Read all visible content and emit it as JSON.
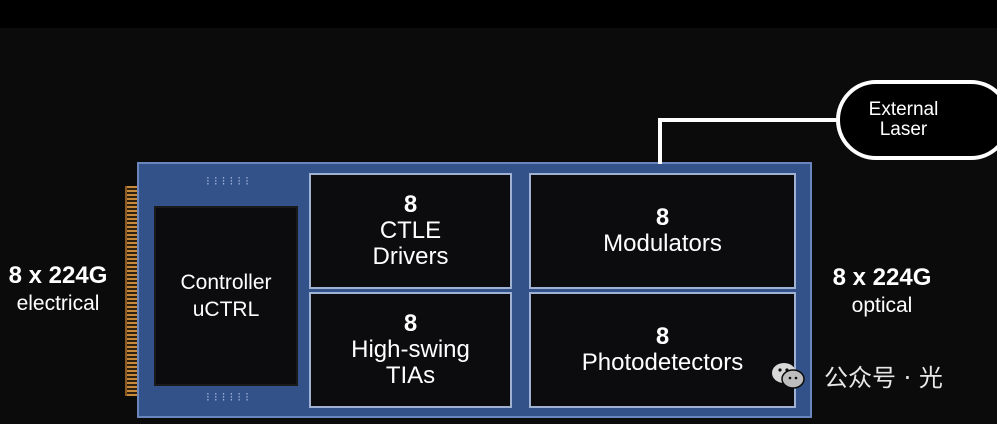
{
  "left_label": {
    "rate": "8 x 224G",
    "type": "electrical"
  },
  "right_label": {
    "rate": "8 x 224G",
    "type": "optical"
  },
  "controller": {
    "line1": "Controller",
    "line2": "uCTRL"
  },
  "ctle_block": {
    "count": "8",
    "line1": "CTLE",
    "line2": "Drivers"
  },
  "tia_block": {
    "count": "8",
    "line1": "High-swing",
    "line2": "TIAs"
  },
  "modulator_block": {
    "count": "8",
    "line1": "Modulators"
  },
  "photodetector_block": {
    "count": "8",
    "line1": "Photodetectors"
  },
  "laser": {
    "line1": "External",
    "line2": "Laser"
  },
  "watermark": {
    "text": "公众号 · 光",
    "icon": "wechat-icon"
  },
  "colors": {
    "board": "#33528a",
    "block_border": "#9fb2d4",
    "background": "#0b0b0b"
  }
}
